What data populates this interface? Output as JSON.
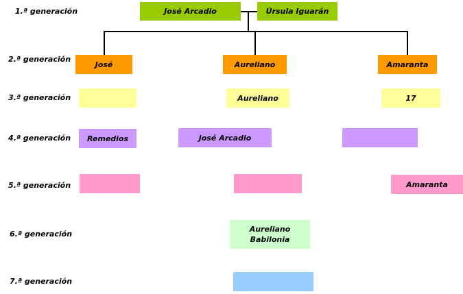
{
  "generations": [
    "1.ª generación",
    "2.ª generación",
    "3.ª generación",
    "4.ª generación",
    "5.ª generación",
    "6.ª generación",
    "7.ª generación"
  ],
  "gen1": {
    "father": "José Arcadio",
    "mother": "Úrsula Iguarán"
  },
  "gen2": {
    "left": "José",
    "center": "Aureliano",
    "right": "Amaranta"
  },
  "gen3": {
    "left": "",
    "center": "Aureliano",
    "right": "17"
  },
  "gen4": {
    "left": "Remedios",
    "center": "José Arcadio",
    "right": ""
  },
  "gen5": {
    "left": "",
    "center": "",
    "right": "Amaranta"
  },
  "gen6": {
    "center": "Aureliano Babilonia"
  },
  "gen7": {
    "center": ""
  },
  "colors": {
    "gen1": "#99cc00",
    "gen2": "#ff9900",
    "gen3": "#ffff99",
    "gen4": "#cc99ff",
    "gen5": "#ff99cc",
    "gen6": "#ccffcc",
    "gen7": "#99ccff"
  }
}
